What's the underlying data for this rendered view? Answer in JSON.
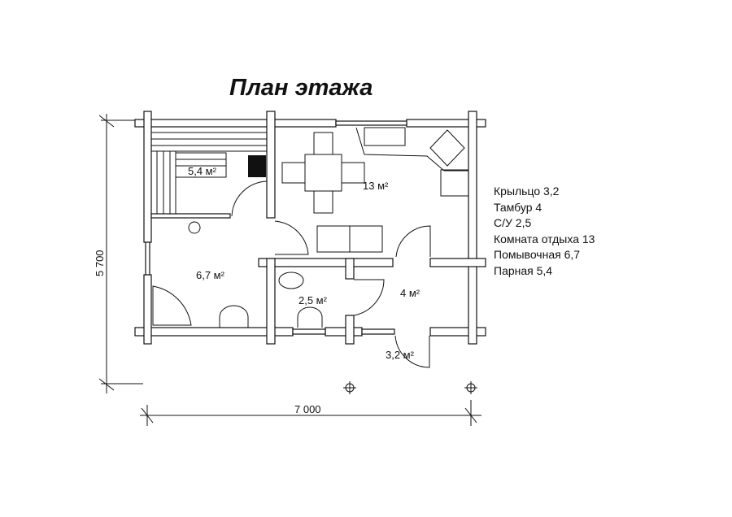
{
  "title": "План этажа",
  "dimensions": {
    "height": "5 700",
    "width": "7 000"
  },
  "rooms": {
    "steam_room": "5,4 м²",
    "lounge": "13 м²",
    "wash_room": "6,7 м²",
    "wc": "2,5 м²",
    "vestibule": "4 м²",
    "porch": "3,2 м²"
  },
  "legend": [
    "Крыльцо 3,2",
    "Тамбур 4",
    "С/У 2,5",
    "Комната отдыха 13",
    "Помывочная 6,7",
    "Парная 5,4"
  ]
}
